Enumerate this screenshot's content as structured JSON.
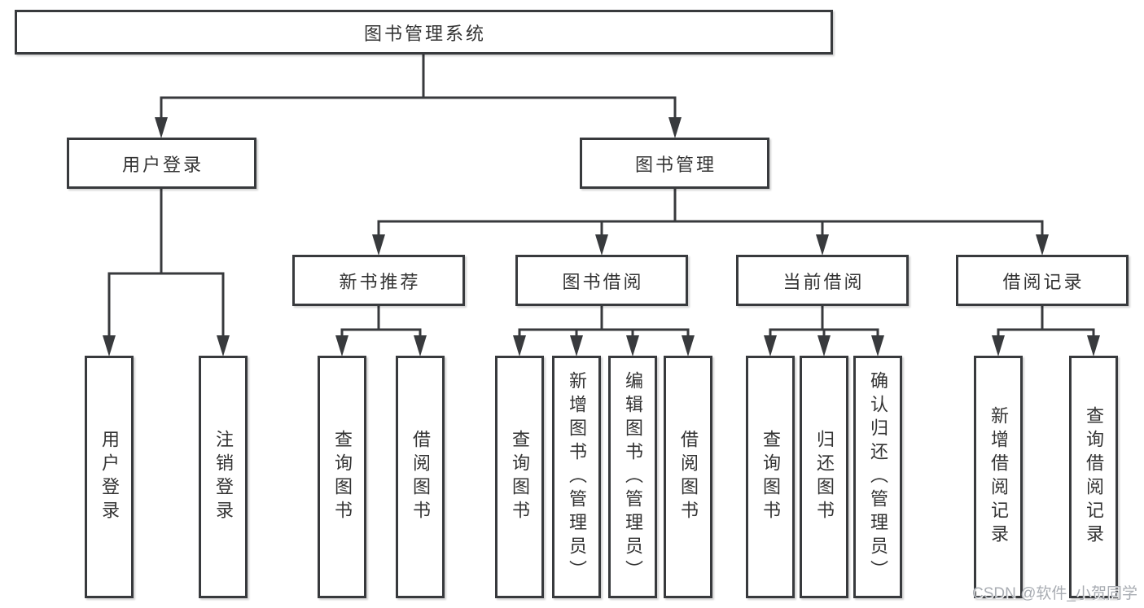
{
  "nodes": {
    "root": "图书管理系统",
    "l2": [
      "用户登录",
      "图书管理"
    ],
    "l3": [
      "新书推荐",
      "图书借阅",
      "当前借阅",
      "借阅记录"
    ],
    "l4": [
      "用户登录",
      "注销登录",
      "查询图书",
      "借阅图书",
      "查询图书",
      "新增图书（管理员）",
      "编辑图书（管理员）",
      "借阅图书",
      "查询图书",
      "归还图书",
      "确认归还（管理员）",
      "新增借阅记录",
      "查询借阅记录"
    ]
  },
  "watermark": {
    "text": "CSDN @软件_小贺同学"
  },
  "colors": {
    "line": "#383a3d",
    "text": "#333333",
    "watermark": "#a9adb3"
  }
}
